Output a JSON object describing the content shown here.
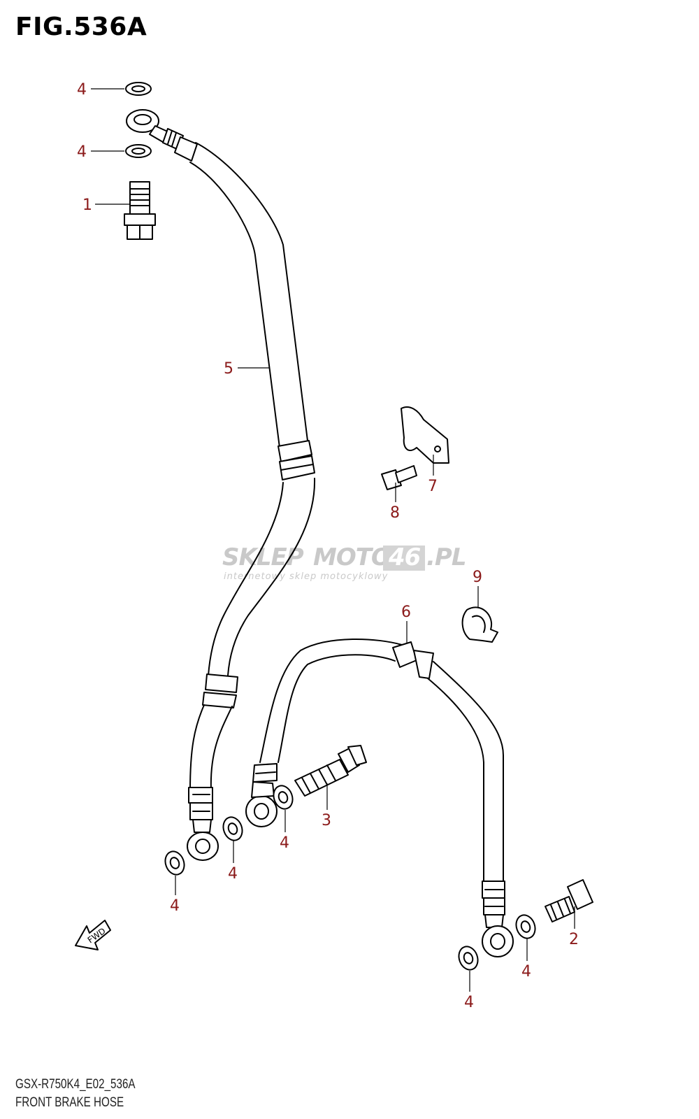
{
  "figure": {
    "title": "FIG.536A",
    "model_code": "GSX-R750K4_E02_536A",
    "diagram_name": "FRONT BRAKE HOSE"
  },
  "watermark": {
    "brand_a": "SKLEP",
    "brand_b": "MOTO",
    "brand_c": "46",
    "brand_d": ".PL",
    "tagline": "internetowy sklep motocyklowy"
  },
  "fwd_label": "FWD",
  "callouts": {
    "washer_top_1": "4",
    "washer_top_2": "4",
    "bolt_union_top": "1",
    "hose_upper": "5",
    "clamp_bracket": "7",
    "clamp_screw": "8",
    "hose_clamp": "9",
    "hose_lower": "6",
    "bolt_union_mid": "3",
    "washer_mid_a": "4",
    "washer_mid_b": "4",
    "washer_left": "4",
    "bolt_union_right": "2",
    "washer_right_a": "4",
    "washer_right_b": "4"
  },
  "colors": {
    "callout": "#8b1a1a",
    "line": "#000000",
    "watermark": "#c9c9c9"
  }
}
